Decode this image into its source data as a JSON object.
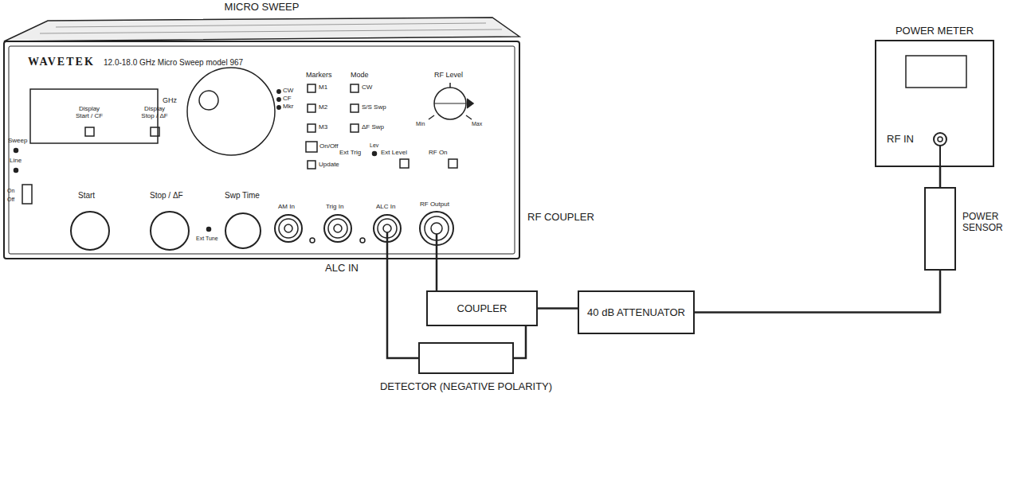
{
  "diagram": {
    "nodes": [
      {
        "text": [
          "MICRO SWEEP"
        ]
      },
      {
        "text": [
          "POWER METER"
        ]
      },
      {
        "text": [
          "POWER SENSOR"
        ]
      },
      {
        "text": [
          "COUPLER"
        ]
      },
      {
        "text": [
          "40 dB ATTENUATOR"
        ]
      },
      {
        "text": [
          "DETECTOR (NEGATIVE POLARITY)"
        ]
      }
    ],
    "edges": [
      {
        "from": 0,
        "to": 3,
        "arrow": "none"
      },
      {
        "from": 3,
        "to": 4,
        "arrow": "none"
      },
      {
        "from": 4,
        "to": 2,
        "arrow": "none"
      },
      {
        "from": 2,
        "to": 1,
        "arrow": "none"
      },
      {
        "from": 3,
        "to": 5,
        "arrow": "none"
      },
      {
        "from": 5,
        "to": 0,
        "arrow": "none"
      }
    ],
    "labels": [
      "WAVETEK",
      "12.0-18.0 GHz Micro Sweep model 967",
      "GHz",
      "CW",
      "CF",
      "Mkr",
      "Markers",
      "M1",
      "M2",
      "M3",
      "On/Off",
      "Update",
      "Mode",
      "CW",
      "S/S Swp",
      "ΔF Swp",
      "Ext Trig",
      "Lev",
      "Ext Level",
      "RF On",
      "RF Level",
      "Min",
      "Max",
      "Display Start / CF",
      "Display Stop / ΔF",
      "Sweep",
      "Line",
      "On",
      "Off",
      "Start",
      "Stop / ΔF",
      "Swp Time",
      "Ext Tune",
      "AM In",
      "Trig In",
      "ALC In",
      "RF Output",
      "RF COUPLER",
      "ALC IN",
      "RF IN"
    ]
  }
}
